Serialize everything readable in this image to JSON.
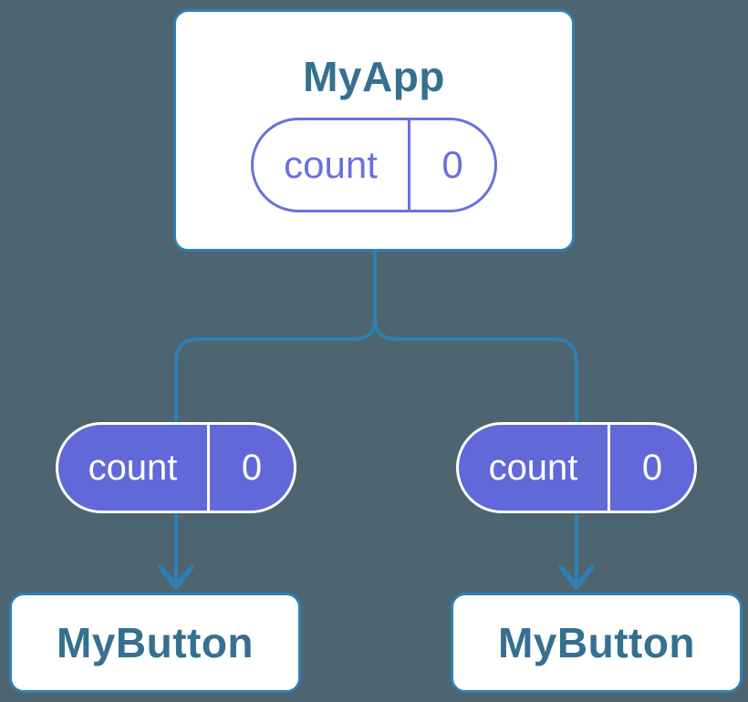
{
  "canvas": {
    "background": "#4d6570"
  },
  "palette": {
    "connector_blue": "#2f7fb2",
    "node_border_blue": "#2f7fb2",
    "node_title_blue": "#35708f",
    "state_pill_fill_purple": "#6168d8",
    "state_pill_outline_purple": "#6a71dd",
    "node_background": "#ffffff",
    "pill_text_on_purple": "#ffffff"
  },
  "tree": {
    "root": {
      "title": "MyApp",
      "state_pill": {
        "label": "count",
        "value": "0"
      }
    },
    "edges": [
      {
        "pill": {
          "label": "count",
          "value": "0"
        }
      },
      {
        "pill": {
          "label": "count",
          "value": "0"
        }
      }
    ],
    "children": [
      {
        "title": "MyButton"
      },
      {
        "title": "MyButton"
      }
    ]
  }
}
